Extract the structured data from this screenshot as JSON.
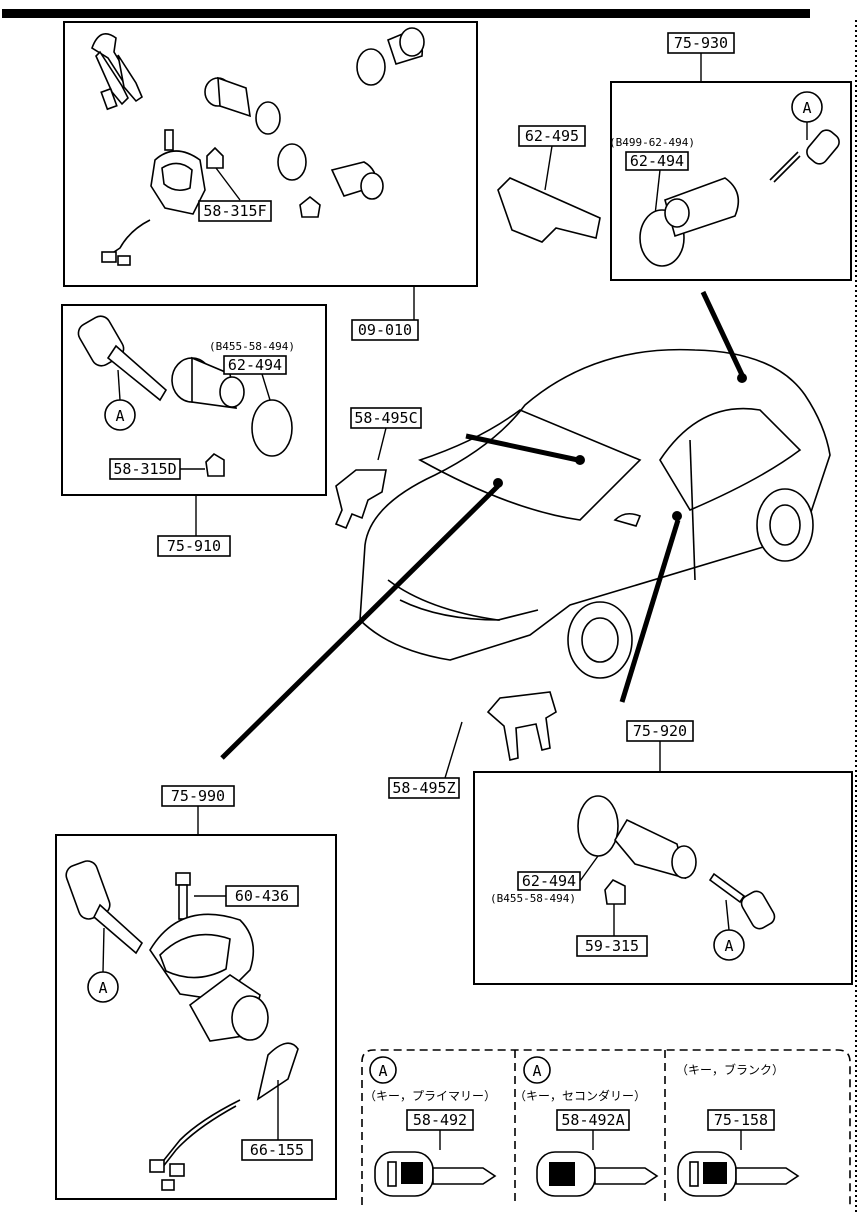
{
  "callouts": {
    "c_09_010": "09-010",
    "c_58_315F": "58-315F",
    "c_75_930": "75-930",
    "c_62_495": "62-495",
    "c_B499": "(B499-62-494)",
    "c_62_494_top": "62-494",
    "c_B455_left": "(B455-58-494)",
    "c_62_494_left": "62-494",
    "c_58_315D": "58-315D",
    "c_75_910": "75-910",
    "c_58_495C": "58-495C",
    "c_75_920": "75-920",
    "c_58_495Z": "58-495Z",
    "c_62_494_right": "62-494",
    "c_B455_right": "(B455-58-494)",
    "c_59_315": "59-315",
    "c_75_990": "75-990",
    "c_60_436": "60-436",
    "c_66_155": "66-155",
    "c_58_492": "58-492",
    "c_58_492A": "58-492A",
    "c_75_158": "75-158"
  },
  "markers": {
    "a": "A"
  },
  "key_notes": {
    "primary": "（キー，プライマリー）",
    "secondary": "（キー，セコンダリー）",
    "blank": "（キー，ブランク）"
  },
  "icons": [
    "key-icon",
    "lock-cylinder-icon",
    "gasket-icon",
    "clip-icon",
    "ignition-switch-icon",
    "car-icon"
  ]
}
